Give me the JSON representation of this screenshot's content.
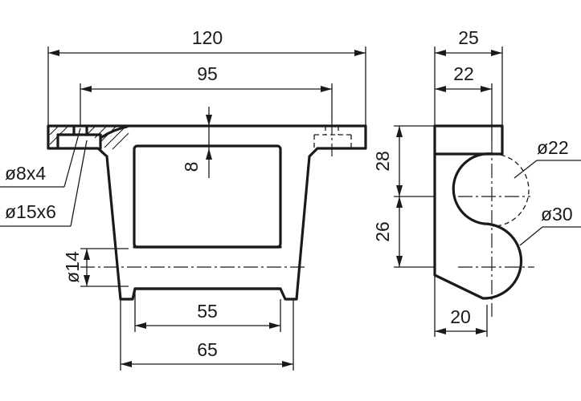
{
  "dimensions": {
    "overall_width": "120",
    "hole_spacing": "95",
    "flange_thickness": "8",
    "counterbore_inner": "ø8x4",
    "counterbore_outer": "ø15x6",
    "shaft_diameter": "ø14",
    "inner_width": "55",
    "outer_width": "65",
    "side_width": "25",
    "side_inner_width": "22",
    "height_upper": "28",
    "height_lower": "26",
    "arc_small": "ø22",
    "arc_large": "ø30",
    "bottom_width": "20"
  }
}
